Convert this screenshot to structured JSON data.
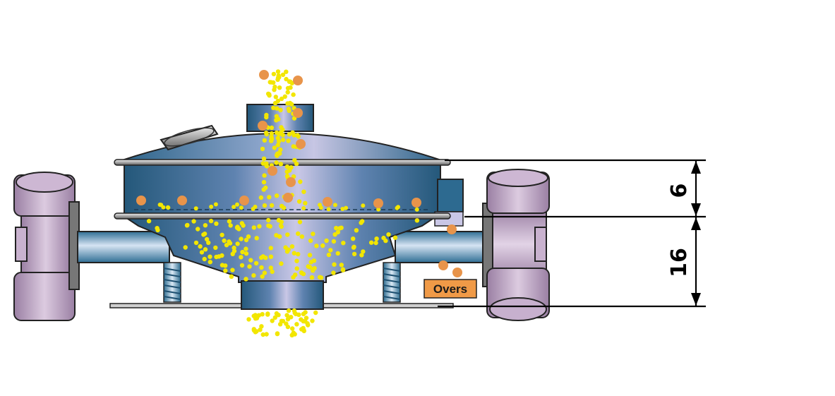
{
  "labels": {
    "overs": "Overs",
    "dim_upper": "6",
    "dim_lower": "16"
  },
  "colors": {
    "body_blue": "#2f6e94",
    "body_light": "#b7b9dc",
    "motor_purple": "#bfa6c6",
    "fines_yellow": "#f2e600",
    "overs_orange": "#e8944a",
    "overs_label_bg": "#f09a47",
    "dimension_black": "#000000"
  },
  "icons": [
    "spring-icon",
    "vibratory-motor-icon",
    "arrow-icon"
  ]
}
